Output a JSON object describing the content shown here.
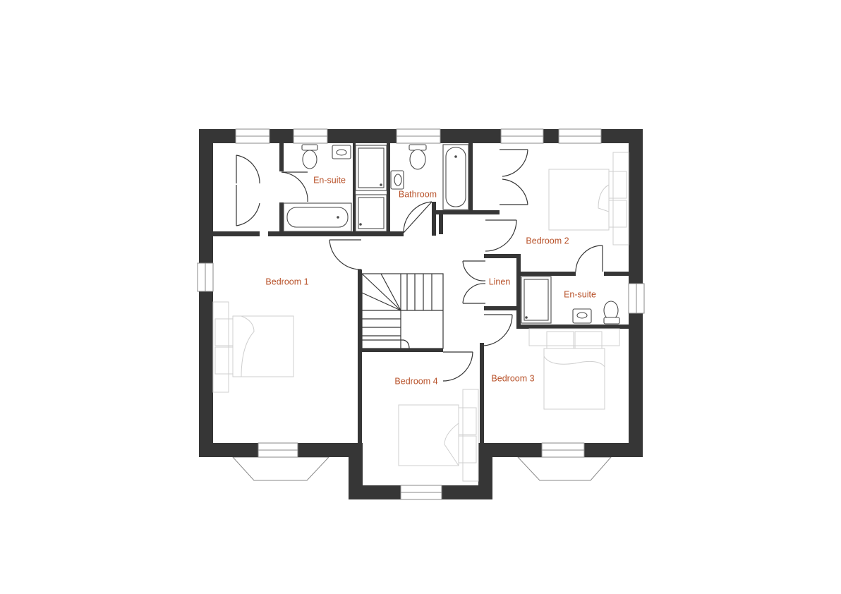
{
  "colors": {
    "wall": "#363636",
    "label": "#b8522a",
    "furniture": "#cfcfcf"
  },
  "rooms": {
    "ensuite_1": "En-suite",
    "bathroom": "Bathroom",
    "bedroom_2": "Bedroom 2",
    "bedroom_1": "Bedroom 1",
    "linen": "Linen",
    "ensuite_2": "En-suite",
    "bedroom_4": "Bedroom 4",
    "bedroom_3": "Bedroom 3"
  }
}
